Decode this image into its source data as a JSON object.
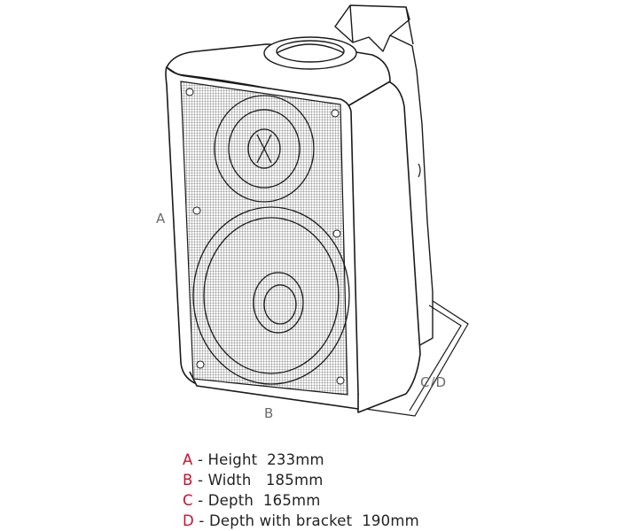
{
  "dimension_labels": {
    "a": "A",
    "b": "B",
    "cd": "C/D"
  },
  "legend": [
    {
      "key": "A",
      "text": " - Height  233mm"
    },
    {
      "key": "B",
      "text": " - Width   185mm"
    },
    {
      "key": "C",
      "text": " - Depth  165mm"
    },
    {
      "key": "D",
      "text": " - Depth with bracket  190mm"
    }
  ],
  "colors": {
    "key_accent": "#c8102e",
    "line": "#1a1a1a",
    "label_gray": "#6b6b6b"
  }
}
